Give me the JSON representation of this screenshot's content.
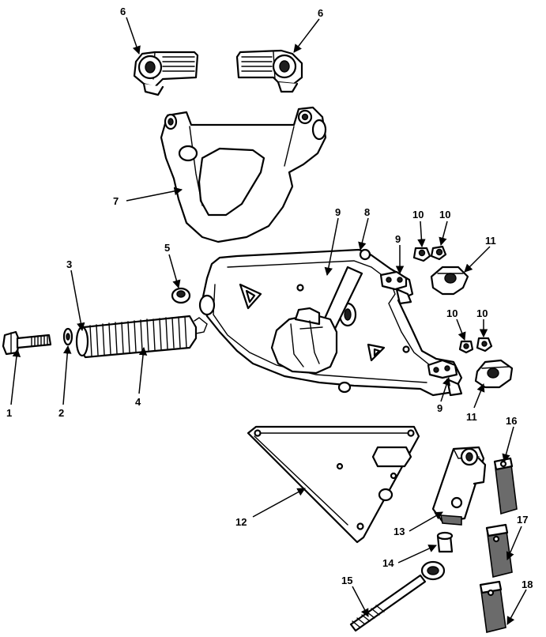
{
  "callouts": [
    {
      "id": "c1",
      "text": "1"
    },
    {
      "id": "c2",
      "text": "2"
    },
    {
      "id": "c3",
      "text": "3"
    },
    {
      "id": "c4",
      "text": "4"
    },
    {
      "id": "c5",
      "text": "5"
    },
    {
      "id": "c6a",
      "text": "6"
    },
    {
      "id": "c6b",
      "text": "6"
    },
    {
      "id": "c7",
      "text": "7"
    },
    {
      "id": "c8",
      "text": "8"
    },
    {
      "id": "c9a",
      "text": "9"
    },
    {
      "id": "c9b",
      "text": "9"
    },
    {
      "id": "c9c",
      "text": "9"
    },
    {
      "id": "c10a",
      "text": "10"
    },
    {
      "id": "c10b",
      "text": "10"
    },
    {
      "id": "c10c",
      "text": "10"
    },
    {
      "id": "c10d",
      "text": "10"
    },
    {
      "id": "c11a",
      "text": "11"
    },
    {
      "id": "c11b",
      "text": "11"
    },
    {
      "id": "c12",
      "text": "12"
    },
    {
      "id": "c13",
      "text": "13"
    },
    {
      "id": "c14",
      "text": "14"
    },
    {
      "id": "c15",
      "text": "15"
    },
    {
      "id": "c16",
      "text": "16"
    },
    {
      "id": "c17",
      "text": "17"
    },
    {
      "id": "c18",
      "text": "18"
    }
  ]
}
